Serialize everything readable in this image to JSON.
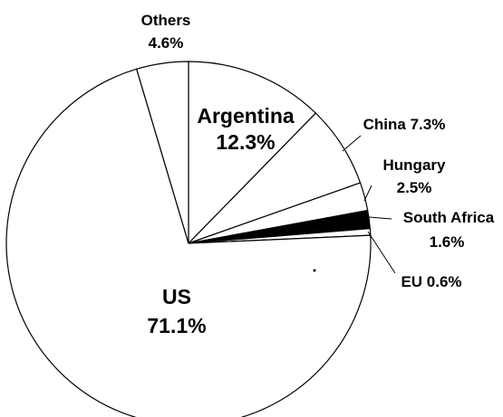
{
  "chart_data": {
    "type": "pie",
    "title": "",
    "slices": [
      {
        "name": "Argentina",
        "value": 12.3,
        "color": "#ffffff"
      },
      {
        "name": "China",
        "value": 7.3,
        "color": "#ffffff"
      },
      {
        "name": "Hungary",
        "value": 2.5,
        "color": "#ffffff"
      },
      {
        "name": "South Africa",
        "value": 1.6,
        "color": "#000000"
      },
      {
        "name": "EU",
        "value": 0.6,
        "color": "#ffffff"
      },
      {
        "name": "US",
        "value": 71.1,
        "color": "#ffffff"
      },
      {
        "name": "Others",
        "value": 4.6,
        "color": "#ffffff"
      }
    ],
    "labels": {
      "others_name": "Others",
      "others_value": "4.6%",
      "argentina_name": "Argentina",
      "argentina_value": "12.3%",
      "china": "China 7.3%",
      "hungary_name": "Hungary",
      "hungary_value": "2.5%",
      "southafrica_name": "South Africa",
      "southafrica_value": "1.6%",
      "eu": "EU 0.6%",
      "us_name": "US",
      "us_value": "71.1%"
    }
  }
}
